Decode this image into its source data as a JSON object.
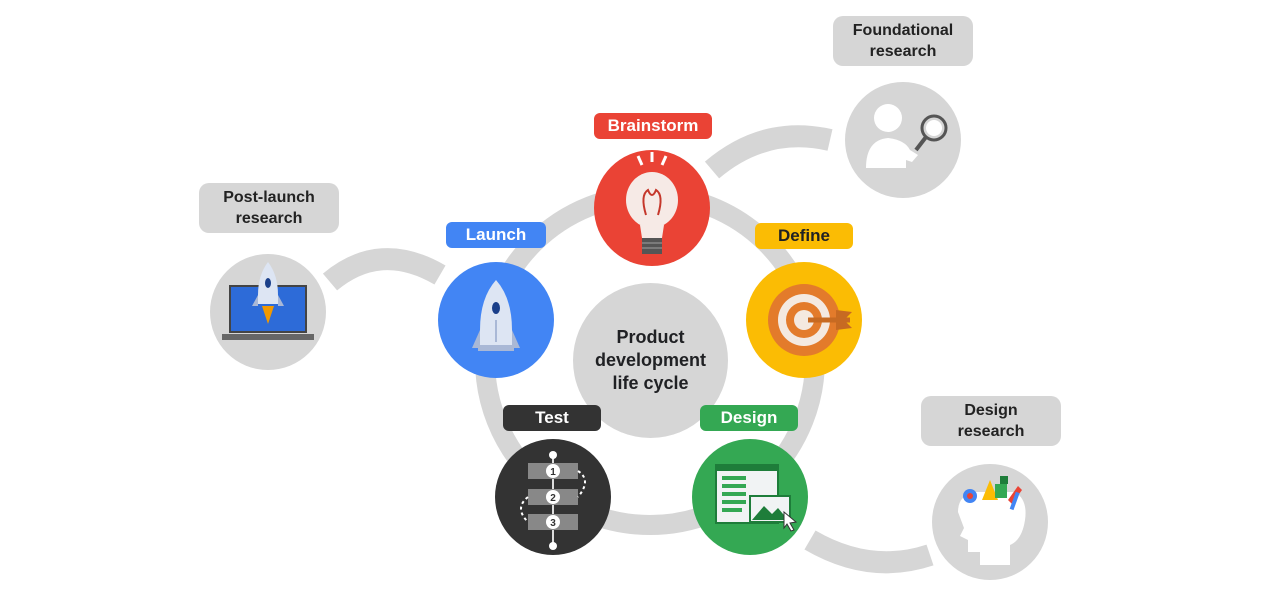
{
  "center": {
    "label_lines": [
      "Product",
      "development",
      "life cycle"
    ]
  },
  "stages": {
    "brainstorm": {
      "label": "Brainstorm",
      "color": "#ea4335",
      "icon": "lightbulb-icon"
    },
    "define": {
      "label": "Define",
      "color": "#fbbc04",
      "icon": "target-icon"
    },
    "design": {
      "label": "Design",
      "color": "#34a853",
      "icon": "design-screen-icon"
    },
    "test": {
      "label": "Test",
      "color": "#333333",
      "icon": "test-steps-icon"
    },
    "launch": {
      "label": "Launch",
      "color": "#4285f4",
      "icon": "rocket-icon"
    }
  },
  "research": {
    "foundational": {
      "label_lines": [
        "Foundational",
        "research"
      ],
      "icon": "magnifier-person-icon"
    },
    "post_launch": {
      "label_lines": [
        "Post-launch",
        "research"
      ],
      "icon": "laptop-rocket-icon"
    },
    "design": {
      "label_lines": [
        "Design",
        "research"
      ],
      "icon": "head-ideas-icon"
    }
  },
  "test_steps": [
    "1",
    "2",
    "3"
  ],
  "colors": {
    "ring": "#d6d6d6",
    "research_bg": "#d6d6d6"
  }
}
